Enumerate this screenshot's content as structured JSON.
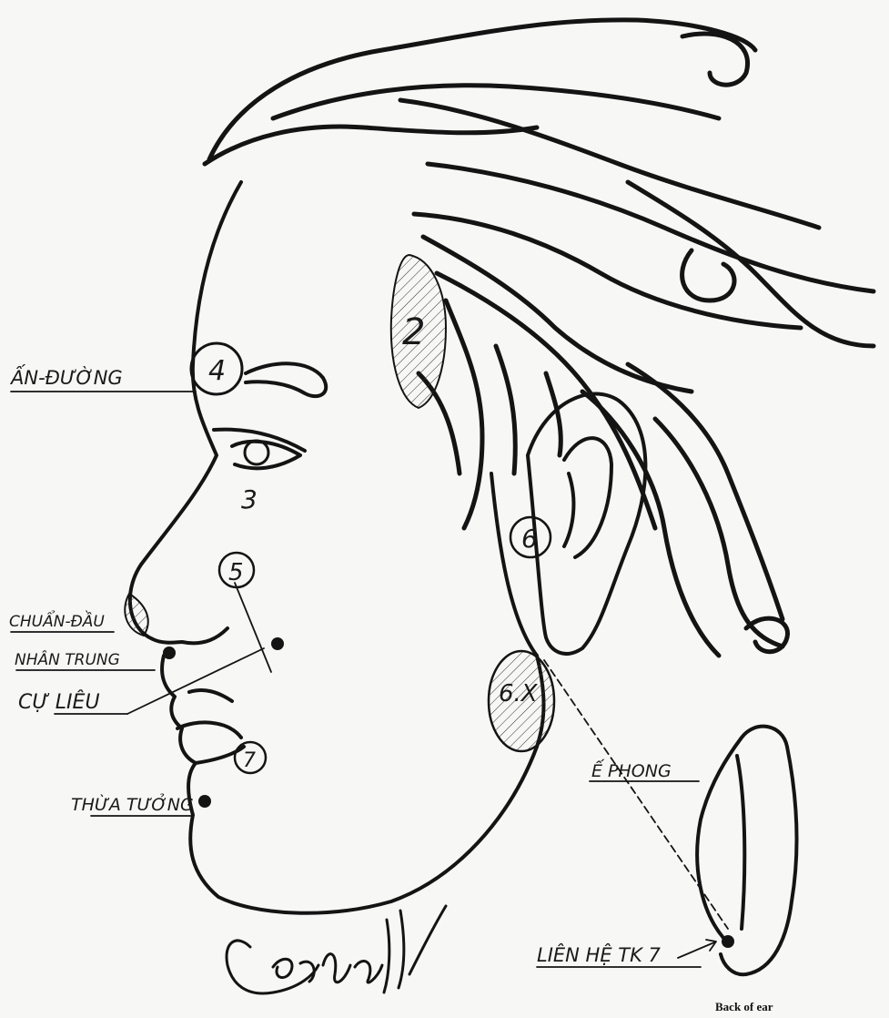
{
  "points": [
    {
      "id": "p2",
      "label": "2"
    },
    {
      "id": "p3",
      "label": "3"
    },
    {
      "id": "p4",
      "label": "4"
    },
    {
      "id": "p5",
      "label": "5"
    },
    {
      "id": "p6",
      "label": "6"
    },
    {
      "id": "p6x",
      "label": "6.X"
    },
    {
      "id": "p7",
      "label": "7"
    }
  ],
  "labels": {
    "an_duong": "ẤN-ĐƯỜNG",
    "chuan_dau": "CHUẨN-ĐẦU",
    "nhan_trung": "NHÂN TRUNG",
    "cu_lieu": "CỰ LIÊU",
    "thua_tuong": "THỪA TƯỞNG",
    "e_phong": "Ế PHONG",
    "lien_he": "LIÊN HỆ TK 7"
  },
  "caption": "Back of ear",
  "signature": "Locphuc Ly",
  "colors": {
    "ink": "#141414",
    "paper": "#f7f7f5"
  }
}
